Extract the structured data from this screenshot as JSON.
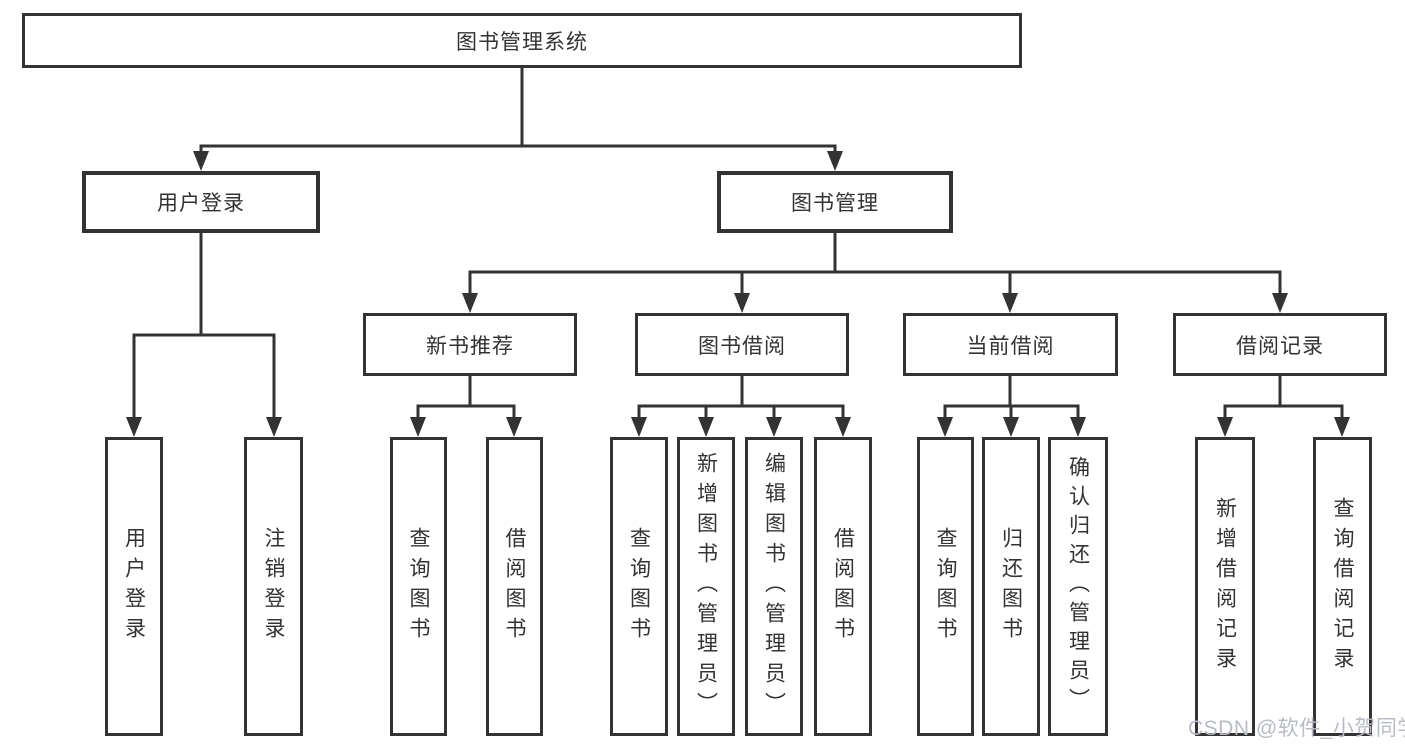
{
  "diagram": {
    "root": {
      "label": "图书管理系统"
    },
    "branches": [
      {
        "label": "用户登录",
        "children": [
          {
            "label": "用户登录"
          },
          {
            "label": "注销登录"
          }
        ]
      },
      {
        "label": "图书管理",
        "children": [
          {
            "label": "新书推荐",
            "children": [
              {
                "label": "查询图书"
              },
              {
                "label": "借阅图书"
              }
            ]
          },
          {
            "label": "图书借阅",
            "children": [
              {
                "label": "查询图书"
              },
              {
                "label": "新增图书（管理员）"
              },
              {
                "label": "编辑图书（管理员）"
              },
              {
                "label": "借阅图书"
              }
            ]
          },
          {
            "label": "当前借阅",
            "children": [
              {
                "label": "查询图书"
              },
              {
                "label": "归还图书"
              },
              {
                "label": "确认归还（管理员）"
              }
            ]
          },
          {
            "label": "借阅记录",
            "children": [
              {
                "label": "新增借阅记录"
              },
              {
                "label": "查询借阅记录"
              }
            ]
          }
        ]
      }
    ]
  },
  "watermark": {
    "text": "CSDN @软件_小贺同学"
  },
  "colors": {
    "line": "#333333",
    "text": "#333333",
    "watermark": "#b8bcc4",
    "background": "#ffffff"
  }
}
